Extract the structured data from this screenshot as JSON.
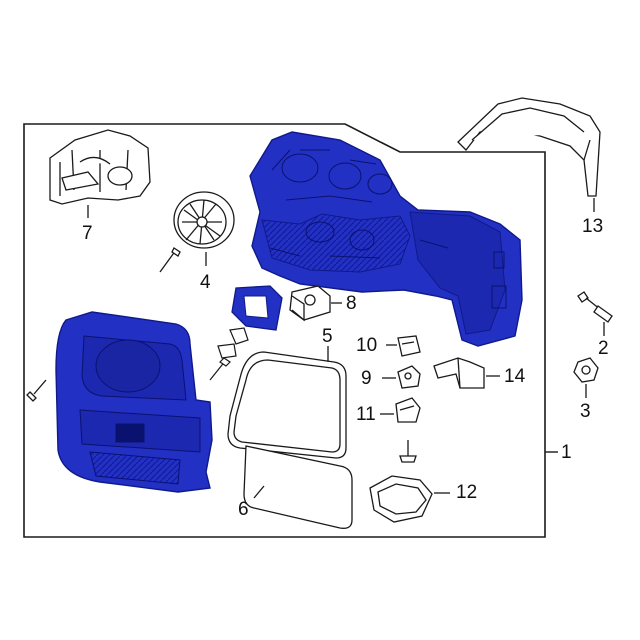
{
  "colors": {
    "highlight": "#2330c4",
    "highlight_dark": "#0f1a8a",
    "outline": "#1a1a1a",
    "background": "#ffffff"
  },
  "callouts": [
    {
      "id": "1",
      "label": "1"
    },
    {
      "id": "2",
      "label": "2"
    },
    {
      "id": "3",
      "label": "3"
    },
    {
      "id": "4",
      "label": "4"
    },
    {
      "id": "5",
      "label": "5"
    },
    {
      "id": "6",
      "label": "6"
    },
    {
      "id": "7",
      "label": "7"
    },
    {
      "id": "8",
      "label": "8"
    },
    {
      "id": "9",
      "label": "9"
    },
    {
      "id": "10",
      "label": "10"
    },
    {
      "id": "11",
      "label": "11"
    },
    {
      "id": "12",
      "label": "12"
    },
    {
      "id": "13",
      "label": "13"
    },
    {
      "id": "14",
      "label": "14"
    }
  ]
}
